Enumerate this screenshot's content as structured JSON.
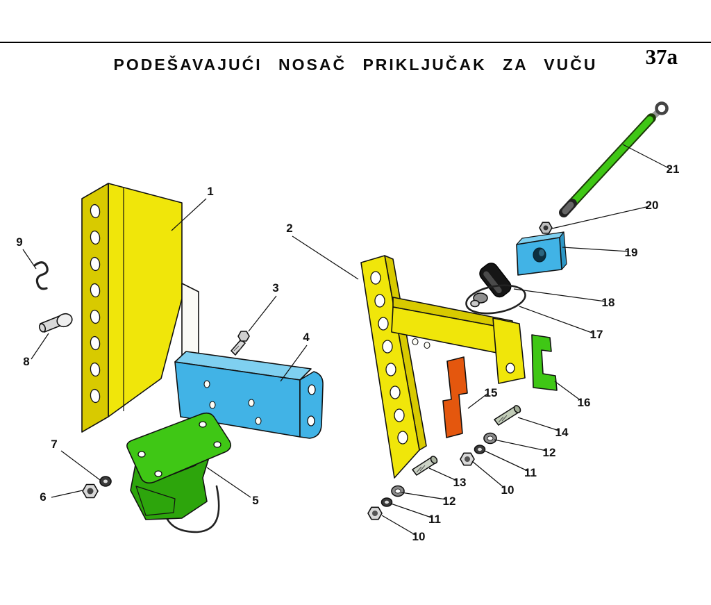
{
  "page": {
    "title": "PODEŠAVAJUĆI  NOSAČ  PRIKLJUČAK  ZA  VUČU",
    "figure_number": "37a"
  },
  "diagram": {
    "type": "exploded-parts-diagram",
    "colors": {
      "yellow": "#f0e60a",
      "blue": "#41b3e6",
      "green": "#3fc715",
      "orange": "#e4570e",
      "outline": "#111111"
    },
    "labels": [
      {
        "text": "1"
      },
      {
        "text": "2"
      },
      {
        "text": "3"
      },
      {
        "text": "4"
      },
      {
        "text": "5"
      },
      {
        "text": "6"
      },
      {
        "text": "7"
      },
      {
        "text": "8"
      },
      {
        "text": "9"
      },
      {
        "text": "10"
      },
      {
        "text": "11"
      },
      {
        "text": "12"
      },
      {
        "text": "13"
      },
      {
        "text": "14"
      },
      {
        "text": "15"
      },
      {
        "text": "16"
      },
      {
        "text": "17"
      },
      {
        "text": "18"
      },
      {
        "text": "19"
      },
      {
        "text": "20"
      },
      {
        "text": "21"
      },
      {
        "text": "10"
      },
      {
        "text": "11"
      },
      {
        "text": "12"
      }
    ]
  }
}
